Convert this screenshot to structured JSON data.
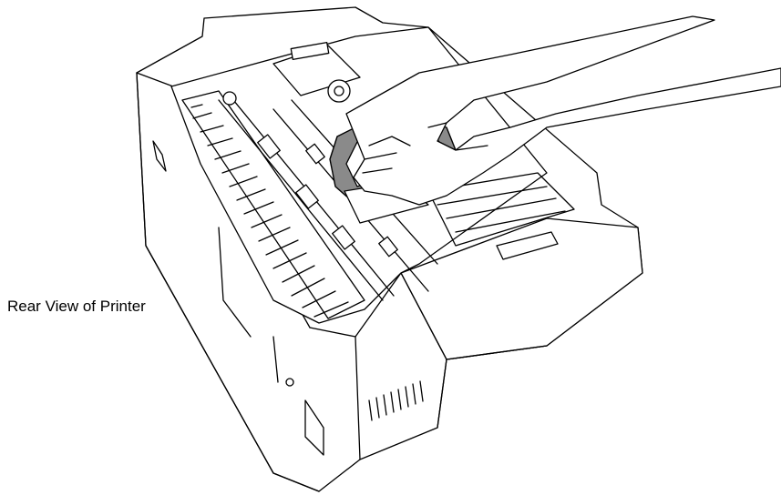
{
  "caption": "Rear View of Printer",
  "colors": {
    "line": "#000000",
    "ribbon_fill": "#8a8a8a",
    "background": "#ffffff"
  },
  "icons": [
    "printer-illustration",
    "hand-illustration",
    "ribbon-cartridge-illustration"
  ]
}
